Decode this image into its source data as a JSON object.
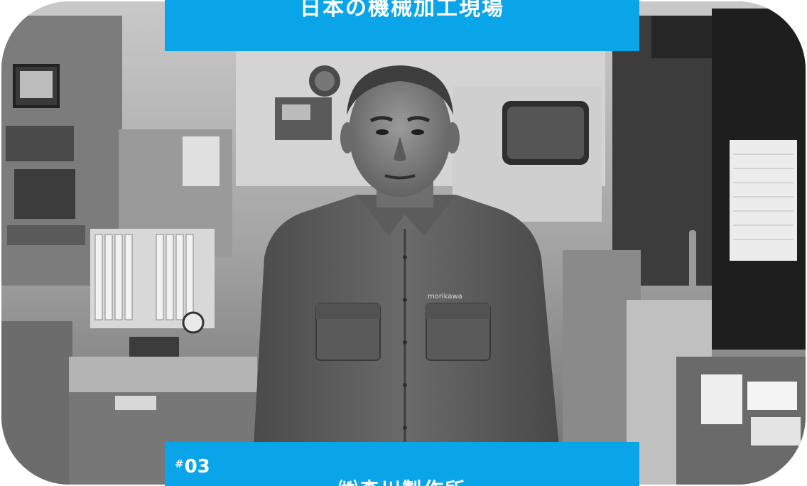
{
  "header": {
    "headline": "日本の機械加工現場"
  },
  "footer": {
    "issue_hash": "#",
    "issue_number": "03",
    "company_name": "㈱森川製作所"
  },
  "shirt_logo": "morikawa",
  "colors": {
    "banner_blue": "#0aa5e8",
    "banner_text": "#ffffff"
  }
}
